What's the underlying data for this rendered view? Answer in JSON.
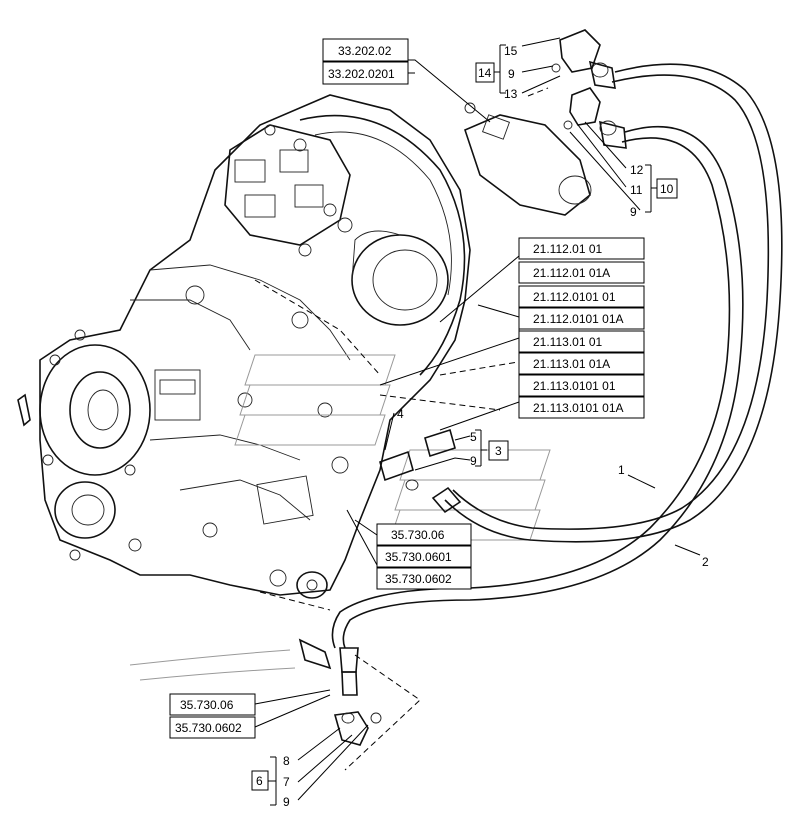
{
  "callout_boxes": {
    "r33_202_02": "33.202.02",
    "r33_202_0201": "33.202.0201",
    "r21_112_01_01": "21.112.01 01",
    "r21_112_01_01A": "21.112.01 01A",
    "r21_112_0101_01": "21.112.0101 01",
    "r21_112_0101_01A": "21.112.0101 01A",
    "r21_113_01_01": "21.113.01 01",
    "r21_113_01_01A": "21.113.01 01A",
    "r21_113_0101_01": "21.113.0101 01",
    "r21_113_0101_01A": "21.113.0101 01A",
    "r35_730_06_a": "35.730.06",
    "r35_730_0601": "35.730.0601",
    "r35_730_0602_a": "35.730.0602",
    "r35_730_06_b": "35.730.06",
    "r35_730_0602_b": "35.730.0602"
  },
  "group_numbers": {
    "g14": "14",
    "g10": "10",
    "g3": "3",
    "g6": "6"
  },
  "item_numbers": {
    "n15": "15",
    "n9_top": "9",
    "n13": "13",
    "n12": "12",
    "n11": "11",
    "n9_right": "9",
    "n4": "4",
    "n5": "5",
    "n9_mid": "9",
    "n1": "1",
    "n2": "2",
    "n8": "8",
    "n7": "7",
    "n9_bottom": "9"
  }
}
